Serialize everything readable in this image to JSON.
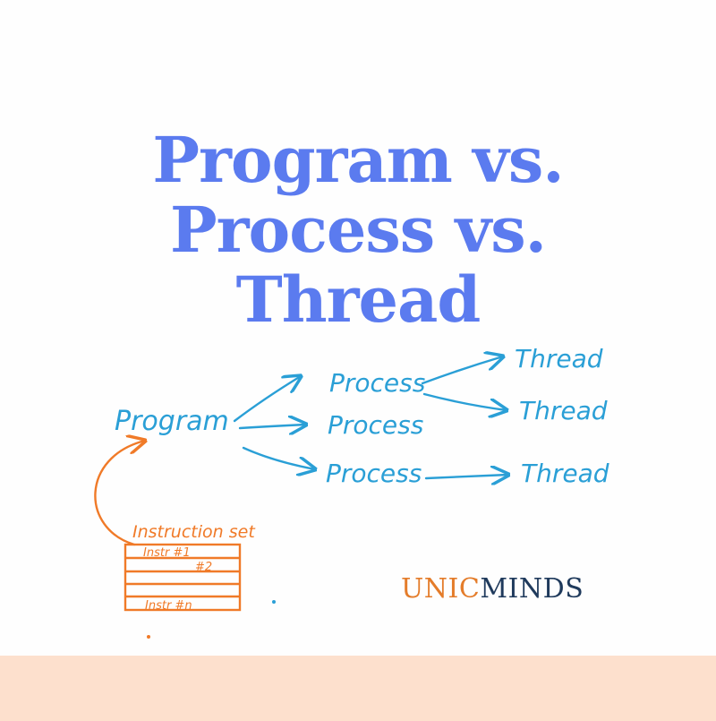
{
  "title": {
    "line1": "Program vs.",
    "line2": "Process vs.",
    "line3": "Thread"
  },
  "diagram": {
    "program": "Program",
    "processes": [
      "Process",
      "Process",
      "Process"
    ],
    "threads": [
      "Thread",
      "Thread",
      "Thread"
    ],
    "instruction_set": {
      "label": "Instruction set",
      "rows": [
        "Instr #1",
        "#2",
        "Instr #n"
      ]
    }
  },
  "brand": {
    "part1": "UNIC",
    "part2": "MINDS"
  },
  "colors": {
    "title": "#5b7bef",
    "ink_blue": "#2a9fd6",
    "ink_orange": "#f07a28",
    "brand_orange": "#e47c2a",
    "brand_navy": "#1f3a5c",
    "footer": "#fde0cd"
  }
}
